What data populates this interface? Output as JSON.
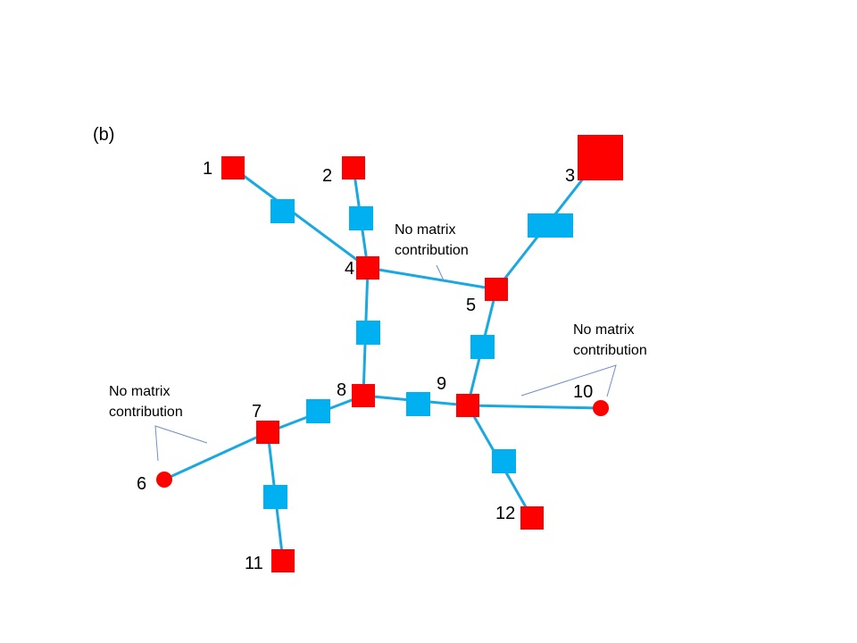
{
  "panel_label": "(b)",
  "colors": {
    "node": "#ff0000",
    "edge_block": "#00b0f0",
    "edge": "#1aa8e0",
    "pointer": "#6f8fc8"
  },
  "nodes": [
    {
      "id": "1",
      "shape": "square"
    },
    {
      "id": "2",
      "shape": "square"
    },
    {
      "id": "3",
      "shape": "square-large"
    },
    {
      "id": "4",
      "shape": "square"
    },
    {
      "id": "5",
      "shape": "square"
    },
    {
      "id": "6",
      "shape": "circle"
    },
    {
      "id": "7",
      "shape": "square"
    },
    {
      "id": "8",
      "shape": "square"
    },
    {
      "id": "9",
      "shape": "square"
    },
    {
      "id": "10",
      "shape": "circle"
    },
    {
      "id": "11",
      "shape": "square"
    },
    {
      "id": "12",
      "shape": "square"
    }
  ],
  "edges": [
    {
      "from": "1",
      "to": "4",
      "block": "normal"
    },
    {
      "from": "2",
      "to": "4",
      "block": "normal"
    },
    {
      "from": "3",
      "to": "5",
      "block": "wide"
    },
    {
      "from": "4",
      "to": "5",
      "block": "none"
    },
    {
      "from": "4",
      "to": "8",
      "block": "normal"
    },
    {
      "from": "5",
      "to": "9",
      "block": "normal"
    },
    {
      "from": "8",
      "to": "9",
      "block": "normal"
    },
    {
      "from": "7",
      "to": "8",
      "block": "normal"
    },
    {
      "from": "7",
      "to": "6",
      "block": "none"
    },
    {
      "from": "7",
      "to": "11",
      "block": "normal"
    },
    {
      "from": "9",
      "to": "10",
      "block": "none"
    },
    {
      "from": "9",
      "to": "12",
      "block": "normal"
    }
  ],
  "annotations": [
    {
      "line1": "No matrix",
      "line2": "contribution"
    },
    {
      "line1": "No matrix",
      "line2": "contribution"
    },
    {
      "line1": "No matrix",
      "line2": "contribution"
    }
  ]
}
